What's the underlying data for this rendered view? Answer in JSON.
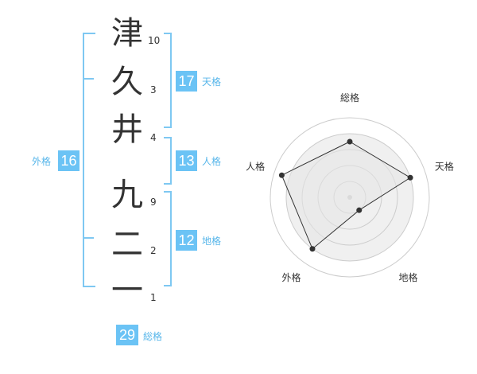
{
  "characters": [
    {
      "kanji": "津",
      "strokes": "10"
    },
    {
      "kanji": "久",
      "strokes": "3"
    },
    {
      "kanji": "井",
      "strokes": "4"
    },
    {
      "kanji": "九",
      "strokes": "9"
    },
    {
      "kanji": "二",
      "strokes": "2"
    },
    {
      "kanji": "一",
      "strokes": "1"
    }
  ],
  "kakusu": {
    "tenkaku": {
      "value": "17",
      "label": "天格"
    },
    "jinkaku": {
      "value": "13",
      "label": "人格"
    },
    "chikaku": {
      "value": "12",
      "label": "地格"
    },
    "gaikaku": {
      "value": "16",
      "label": "外格"
    },
    "soukaku": {
      "value": "29",
      "label": "総格"
    }
  },
  "chart_data": {
    "type": "radar",
    "axes": [
      "総格",
      "天格",
      "地格",
      "外格",
      "人格"
    ],
    "values": [
      0.7,
      0.8,
      0.2,
      0.8,
      0.9
    ],
    "max": 1,
    "rings": 5,
    "colors": {
      "fill": "#f0f0f0",
      "stroke": "#333333",
      "grid": "#cccccc"
    }
  },
  "colors": {
    "accent": "#6bc3f5",
    "bracket": "#7ec8f2",
    "label": "#57b6ea"
  }
}
